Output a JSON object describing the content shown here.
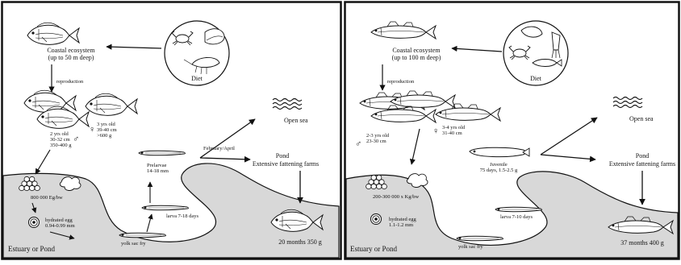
{
  "left": {
    "coastal": [
      "Coastal ecosystem",
      "(up to 50 m deep)"
    ],
    "diet": "Diet",
    "reproduction": "reproduction",
    "male": [
      "2 yrs old",
      "30-32 cm",
      "350-400 g"
    ],
    "female": [
      "3 yrs old",
      "39-40 cm",
      ">600 g"
    ],
    "eggs": "800 000 Eg/bw",
    "hydrated": [
      "hydrated egg",
      "0.94-0.99 mm"
    ],
    "yolk": "yolk sac fry",
    "larva": "larva 7-18 days",
    "prelarvae": [
      "Prelarvae",
      "14-18 mm"
    ],
    "route": "February/April",
    "open_sea": "Open sea",
    "pond": [
      "Pond",
      "Extensive fattening farms"
    ],
    "result": "20 months 350 g",
    "estuary": "Estuary or Pond"
  },
  "right": {
    "coastal": [
      "Coastal ecosystem",
      "(up to 100 m deep)"
    ],
    "diet": "Diet",
    "reproduction": "reproduction",
    "male": [
      "2-3 yrs old",
      "23-30 cm"
    ],
    "female": [
      "3-4 yrs old",
      "31-40 cm"
    ],
    "eggs": "200-300 000 x Kg/bw",
    "hydrated": [
      "hydrated egg",
      "1.1-1.2 mm"
    ],
    "yolk": "yolk sac fry",
    "larva": "larva 7-10 days",
    "juvenile": [
      "Juvenile",
      "75 days, 1.5-2.5 g"
    ],
    "open_sea": "Open sea",
    "pond": [
      "Pond",
      "Extensive fattening farms"
    ],
    "result": "37 months 400 g",
    "estuary": "Estuary or Pond"
  },
  "symbols": {
    "male": "♂",
    "female": "♀"
  },
  "icons": {
    "arrow": "arrow-icon",
    "fish": "fish-icon",
    "waves": "waves-icon",
    "crab": "crab-icon",
    "shrimp": "shrimp-icon",
    "mussel": "mussel-icon",
    "squid": "squid-icon",
    "egg": "egg-icon"
  }
}
